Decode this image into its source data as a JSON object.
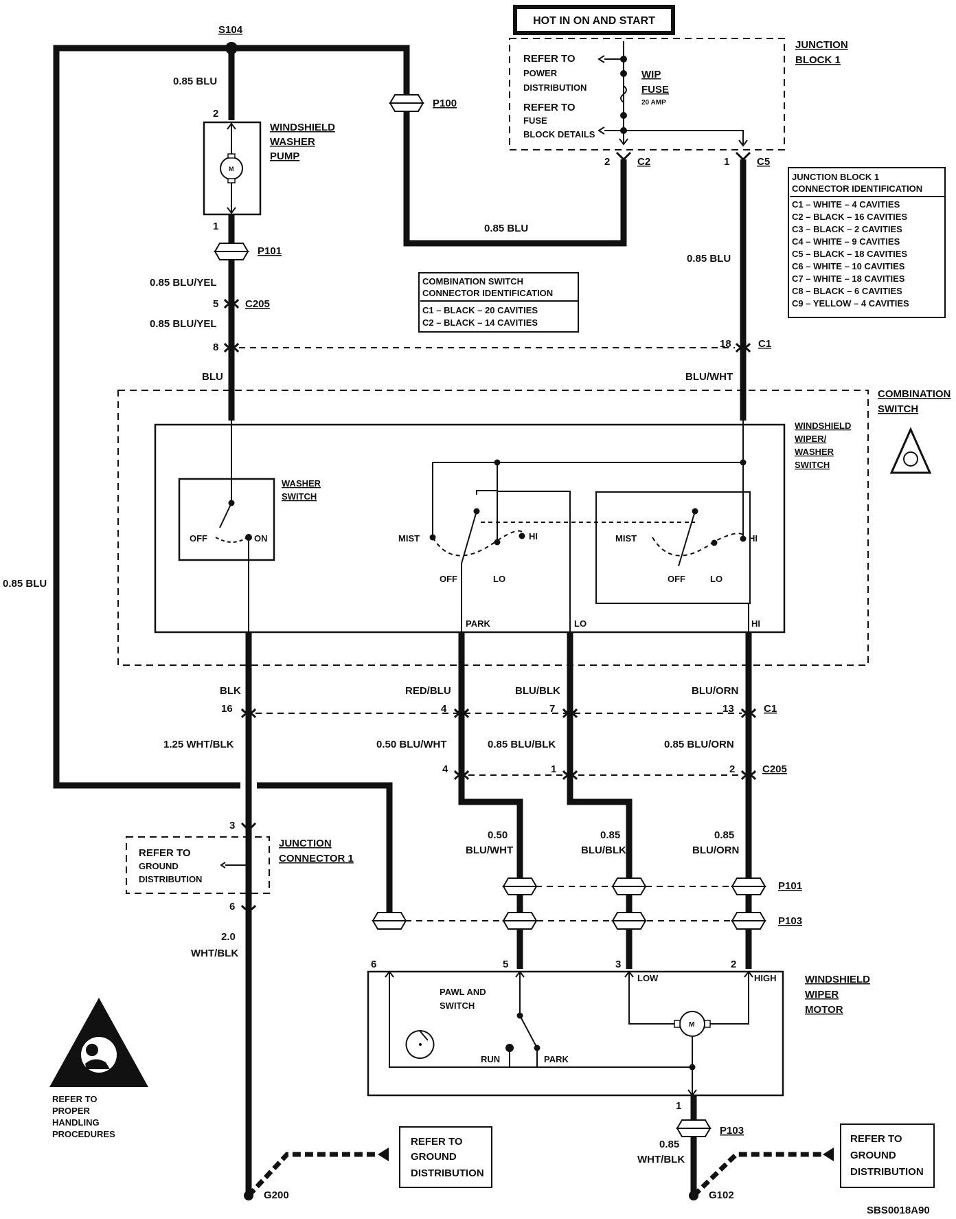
{
  "hot_label": "HOT IN ON AND START",
  "splice_s104": "S104",
  "wires": {
    "left_blu": "0.85 BLU",
    "top_blu": "0.85 BLU",
    "top_mid_blu": "0.85 BLU",
    "c5_blu": "0.85 BLU",
    "pump_out1": "0.85 BLU/YEL",
    "pump_out2": "0.85 BLU/YEL",
    "blu": "BLU",
    "blu_wht": "BLU/WHT",
    "blk": "BLK",
    "red_blu": "RED/BLU",
    "blu_blk": "BLU/BLK",
    "blu_orn": "BLU/ORN",
    "wht_blk_125": "1.25 WHT/BLK",
    "blu_wht_050": "0.50 BLU/WHT",
    "blu_blk_085": "0.85 BLU/BLK",
    "blu_orn_085": "0.85 BLU/ORN",
    "m1_gauge": "0.50",
    "m1_color": "BLU/WHT",
    "m2_gauge": "0.85",
    "m2_color": "BLU/BLK",
    "m3_gauge": "0.85",
    "m3_color": "BLU/ORN",
    "gnd_gauge": "2.0",
    "gnd_color": "WHT/BLK",
    "g102_gauge": "0.85",
    "g102_color": "WHT/BLK"
  },
  "junction_block": {
    "title1": "JUNCTION",
    "title2": "BLOCK 1",
    "refer1": "REFER TO",
    "power1": "POWER",
    "power2": "DISTRIBUTION",
    "refer2": "REFER TO",
    "fuse_a": "FUSE",
    "fuse_b": "BLOCK DETAILS",
    "wip1": "WIP",
    "wip2": "FUSE",
    "amp": "20 AMP",
    "c2_pin": "2",
    "c2": "C2",
    "c5_pin": "1",
    "c5": "C5"
  },
  "jb_conn": {
    "title1": "JUNCTION BLOCK 1",
    "title2": "CONNECTOR IDENTIFICATION",
    "rows": [
      "C1 – WHITE – 4 CAVITIES",
      "C2 – BLACK – 16 CAVITIES",
      "C3 – BLACK – 2 CAVITIES",
      "C4 – WHITE – 9 CAVITIES",
      "C5 – BLACK – 18 CAVITIES",
      "C6 – WHITE – 10 CAVITIES",
      "C7 – WHITE – 18 CAVITIES",
      "C8 – BLACK – 6 CAVITIES",
      "C9 – YELLOW – 4 CAVITIES"
    ]
  },
  "cs_conn": {
    "title1": "COMBINATION SWITCH",
    "title2": "CONNECTOR IDENTIFICATION",
    "rows": [
      "C1 – BLACK – 20 CAVITIES",
      "C2 – BLACK – 14 CAVITIES"
    ]
  },
  "pump": {
    "l1": "WINDSHIELD",
    "l2": "WASHER",
    "l3": "PUMP",
    "pin_top": "2",
    "pin_bot": "1",
    "m": "M"
  },
  "conn_labels": {
    "p100": "P100",
    "p101": "P101",
    "p101b": "P101",
    "p103": "P103",
    "p103b": "P103",
    "c205a": "C205",
    "c205b": "C205",
    "c1a": "C1",
    "c1b": "C1",
    "pin5": "5",
    "pin8": "8",
    "pin18": "18",
    "pin16": "16",
    "pin4a": "4",
    "pin7": "7",
    "pin13": "13",
    "pin4b": "4",
    "pin1": "1",
    "pin2": "2",
    "jc3": "3",
    "jc6": "6",
    "m6": "6",
    "m5": "5",
    "m3": "3",
    "m2": "2",
    "p103pin": "1"
  },
  "combo": {
    "title1": "COMBINATION",
    "title2": "SWITCH",
    "ww1": "WINDSHIELD",
    "ww2": "WIPER/",
    "ww3": "WASHER",
    "ww4": "SWITCH",
    "washer1": "WASHER",
    "washer2": "SWITCH",
    "off": "OFF",
    "on": "ON",
    "mist1": "MIST",
    "hi1": "HI",
    "off1": "OFF",
    "lo1": "LO",
    "mist2": "MIST",
    "hi2": "HI",
    "off2": "OFF",
    "lo2": "LO",
    "park": "PARK",
    "lo": "LO",
    "hi": "HI"
  },
  "jc1": {
    "refer": "REFER TO",
    "g1": "GROUND",
    "g2": "DISTRIBUTION",
    "t1": "JUNCTION",
    "t2": "CONNECTOR 1"
  },
  "motor": {
    "t1": "WINDSHIELD",
    "t2": "WIPER",
    "t3": "MOTOR",
    "pawl1": "PAWL AND",
    "pawl2": "SWITCH",
    "low": "LOW",
    "high": "HIGH",
    "run": "RUN",
    "park": "PARK",
    "m": "M"
  },
  "ground_left": {
    "r1": "REFER TO",
    "r2": "GROUND",
    "r3": "DISTRIBUTION",
    "g": "G200"
  },
  "ground_right": {
    "r1": "REFER TO",
    "r2": "GROUND",
    "r3": "DISTRIBUTION",
    "g": "G102"
  },
  "handling": {
    "l1": "REFER TO",
    "l2": "PROPER",
    "l3": "HANDLING",
    "l4": "PROCEDURES"
  },
  "code": "SBS0018A90"
}
